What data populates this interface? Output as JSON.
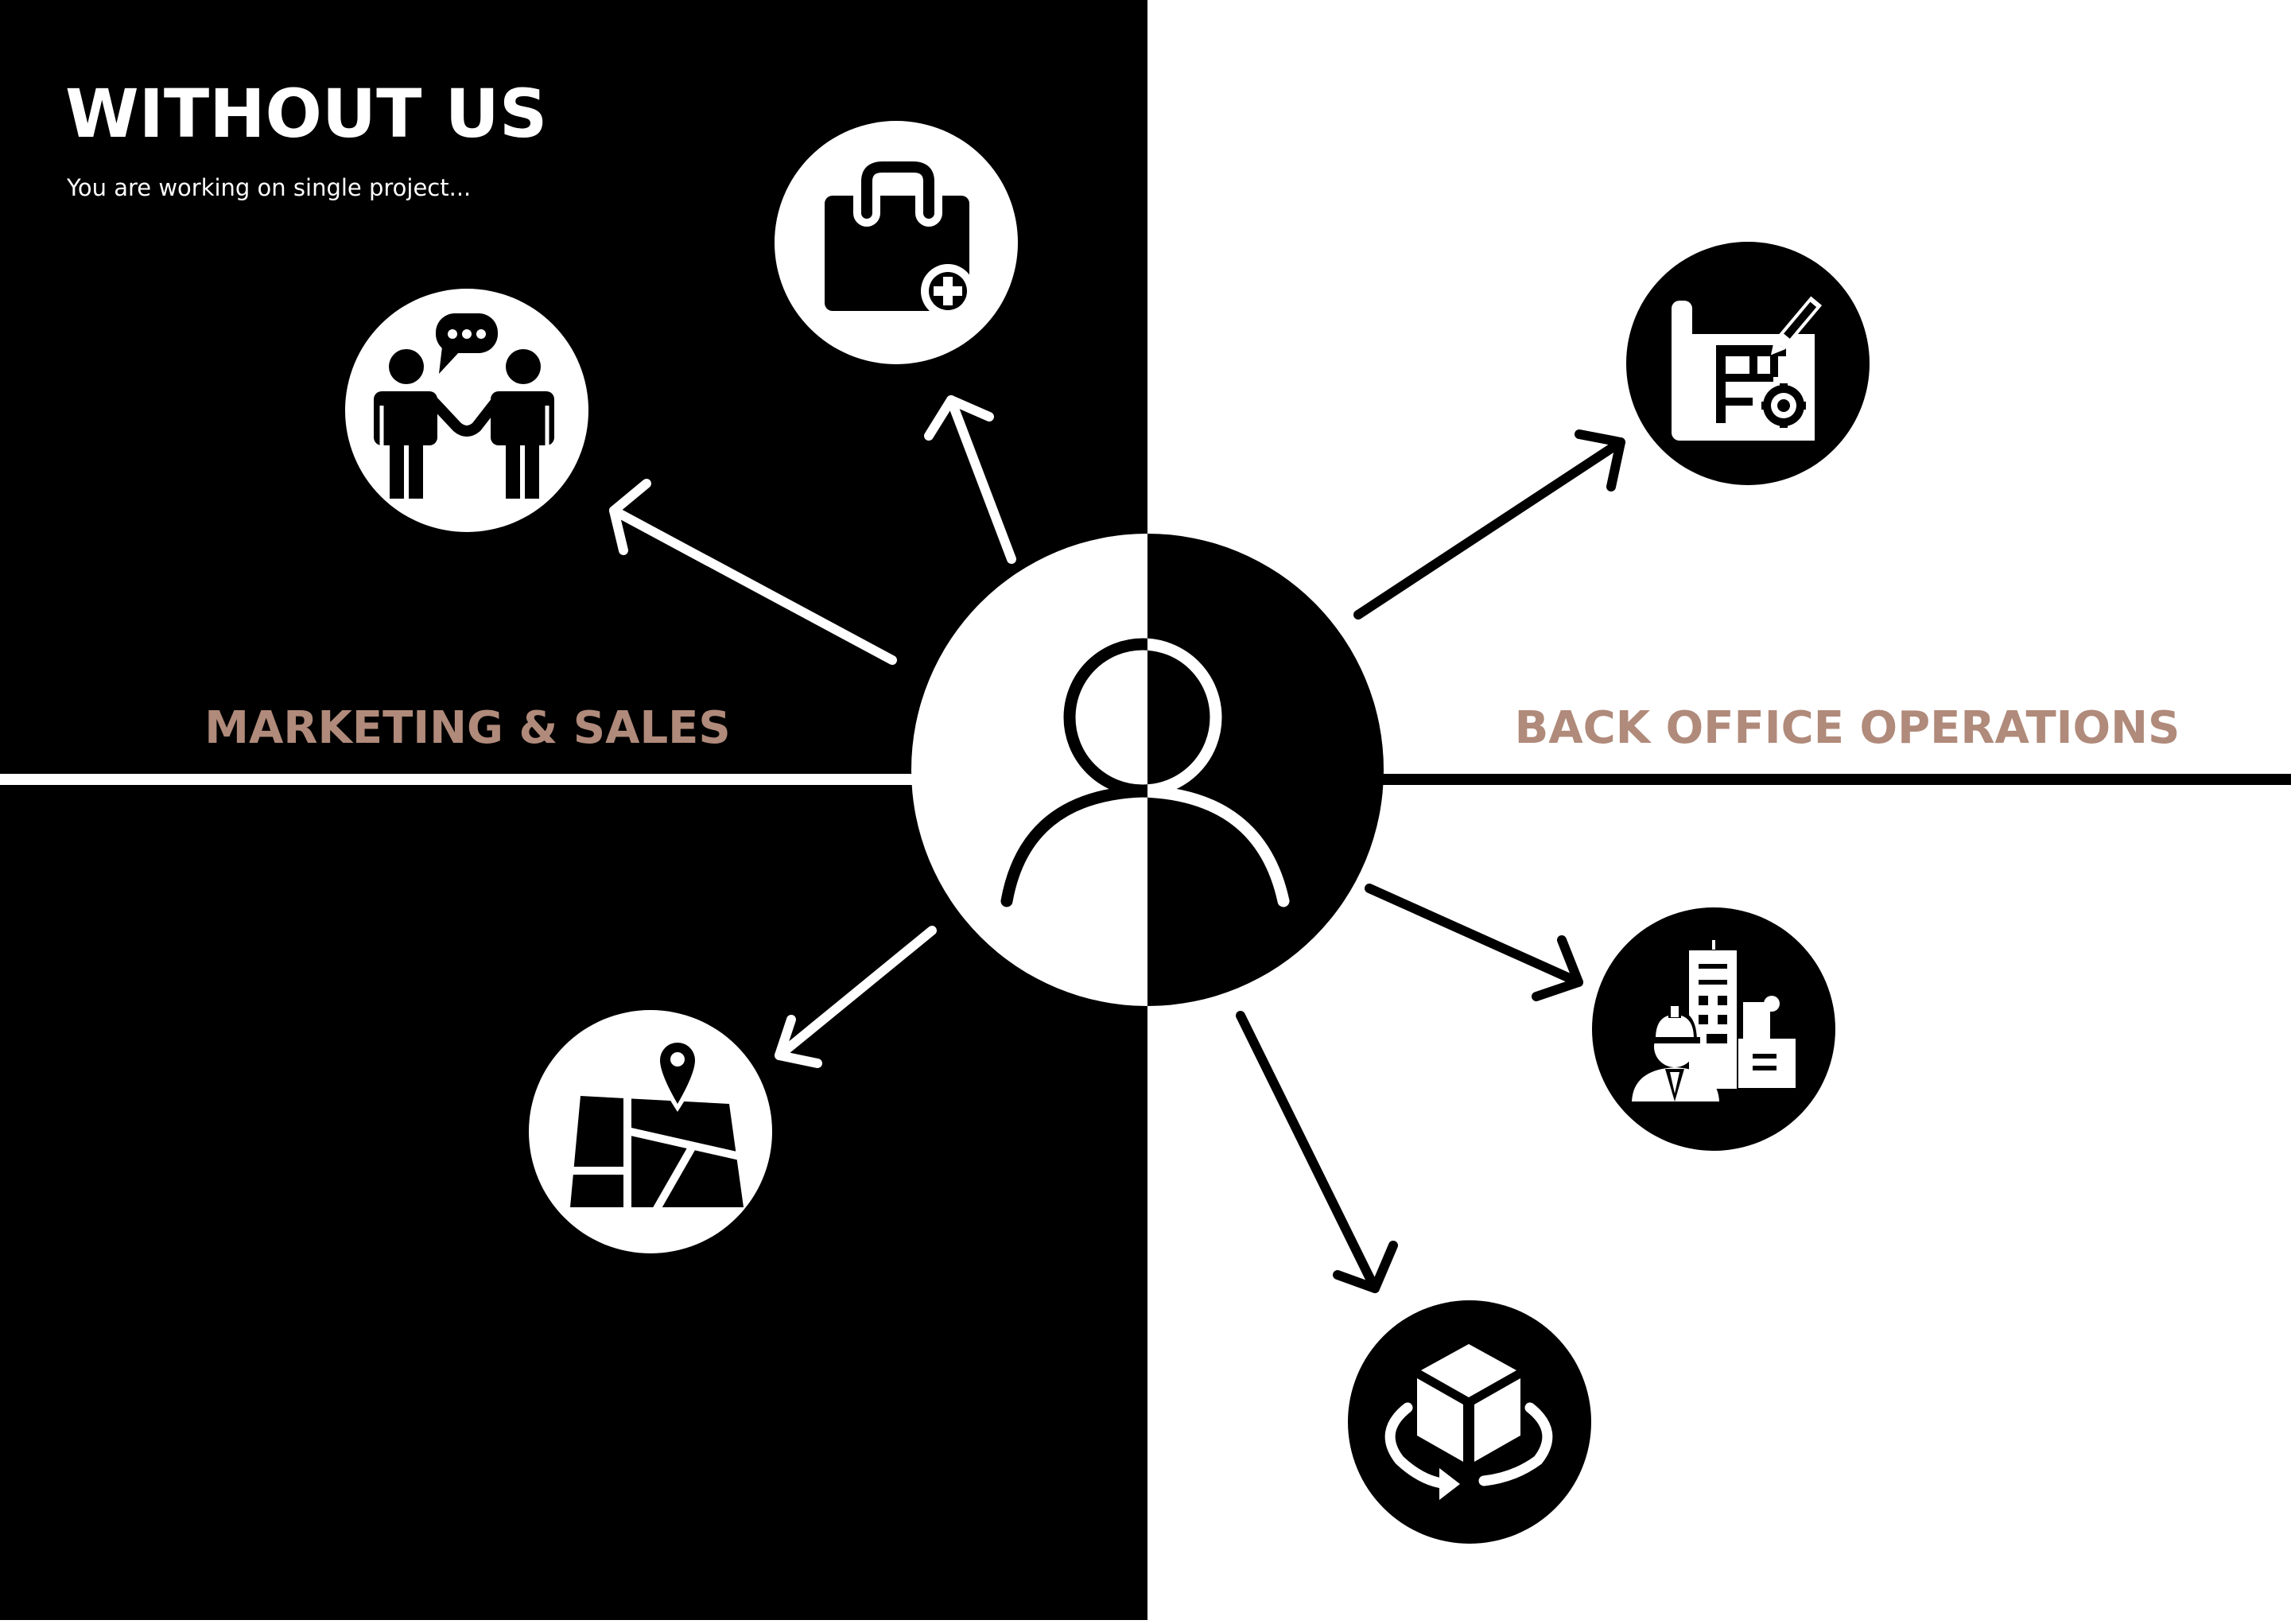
{
  "header": {
    "title": "WITHOUT US",
    "subtitle": "You are working on single project..."
  },
  "sections": {
    "left_label": "MARKETING & SALES",
    "right_label": "BACK OFFICE OPERATIONS"
  },
  "colors": {
    "dark": "#000000",
    "light": "#ffffff",
    "accent": "#b08a7a"
  },
  "nodes": [
    {
      "id": "marketing-tools",
      "icon": "briefcase-plus-icon"
    },
    {
      "id": "client-meeting",
      "icon": "handshake-chat-icon"
    },
    {
      "id": "site-location",
      "icon": "map-pin-icon"
    },
    {
      "id": "planning",
      "icon": "blueprint-gear-icon"
    },
    {
      "id": "construction",
      "icon": "engineer-building-icon"
    },
    {
      "id": "modeling",
      "icon": "rotating-cube-icon"
    }
  ],
  "center": {
    "icon": "user-icon"
  }
}
